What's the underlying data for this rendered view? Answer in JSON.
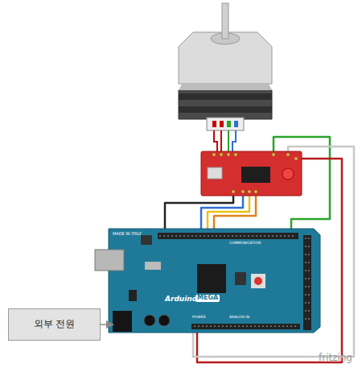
{
  "diagram": {
    "nodes": [
      {
        "text": [
          "외부 전원"
        ]
      },
      {
        "text": [
          "MADE IN ITALY",
          "COMMUNICATION",
          "Arduino",
          "MEGA",
          "POWER",
          "ANALOG IN"
        ]
      }
    ],
    "edges": [
      {
        "from": 0,
        "to": 1,
        "arrow": "to"
      }
    ],
    "labels": [
      "fritzing"
    ]
  }
}
